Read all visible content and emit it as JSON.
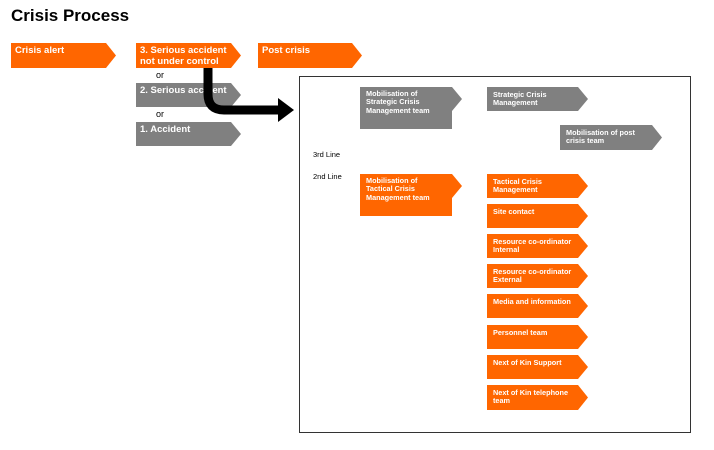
{
  "title": "Crisis Process",
  "top": {
    "crisis_alert": "Crisis alert",
    "serious_uncontrolled": "3. Serious accident not under control",
    "post_crisis": "Post crisis",
    "serious_accident": "2. Serious accident",
    "accident": "1. Accident",
    "or_1": "or",
    "or_2": "or"
  },
  "panel": {
    "line3": "3rd Line",
    "line2": "2nd Line",
    "mob_strategic": "Mobilisation of Strategic Crisis Management team",
    "strategic_mgmt": "Strategic Crisis Management",
    "mob_post_crisis": "Mobilisation of post crisis team",
    "mob_tactical": "Mobilisation of Tactical Crisis Management team",
    "tactical_items": [
      "Tactical Crisis Management",
      "Site contact",
      "Resource co-ordinator Internal",
      "Resource co-ordinator External",
      "Media and information",
      "Personnel team",
      "Next of Kin  Support",
      "Next of Kin telephone team"
    ]
  },
  "colors": {
    "orange": "#ff6600",
    "gray": "#808080"
  }
}
